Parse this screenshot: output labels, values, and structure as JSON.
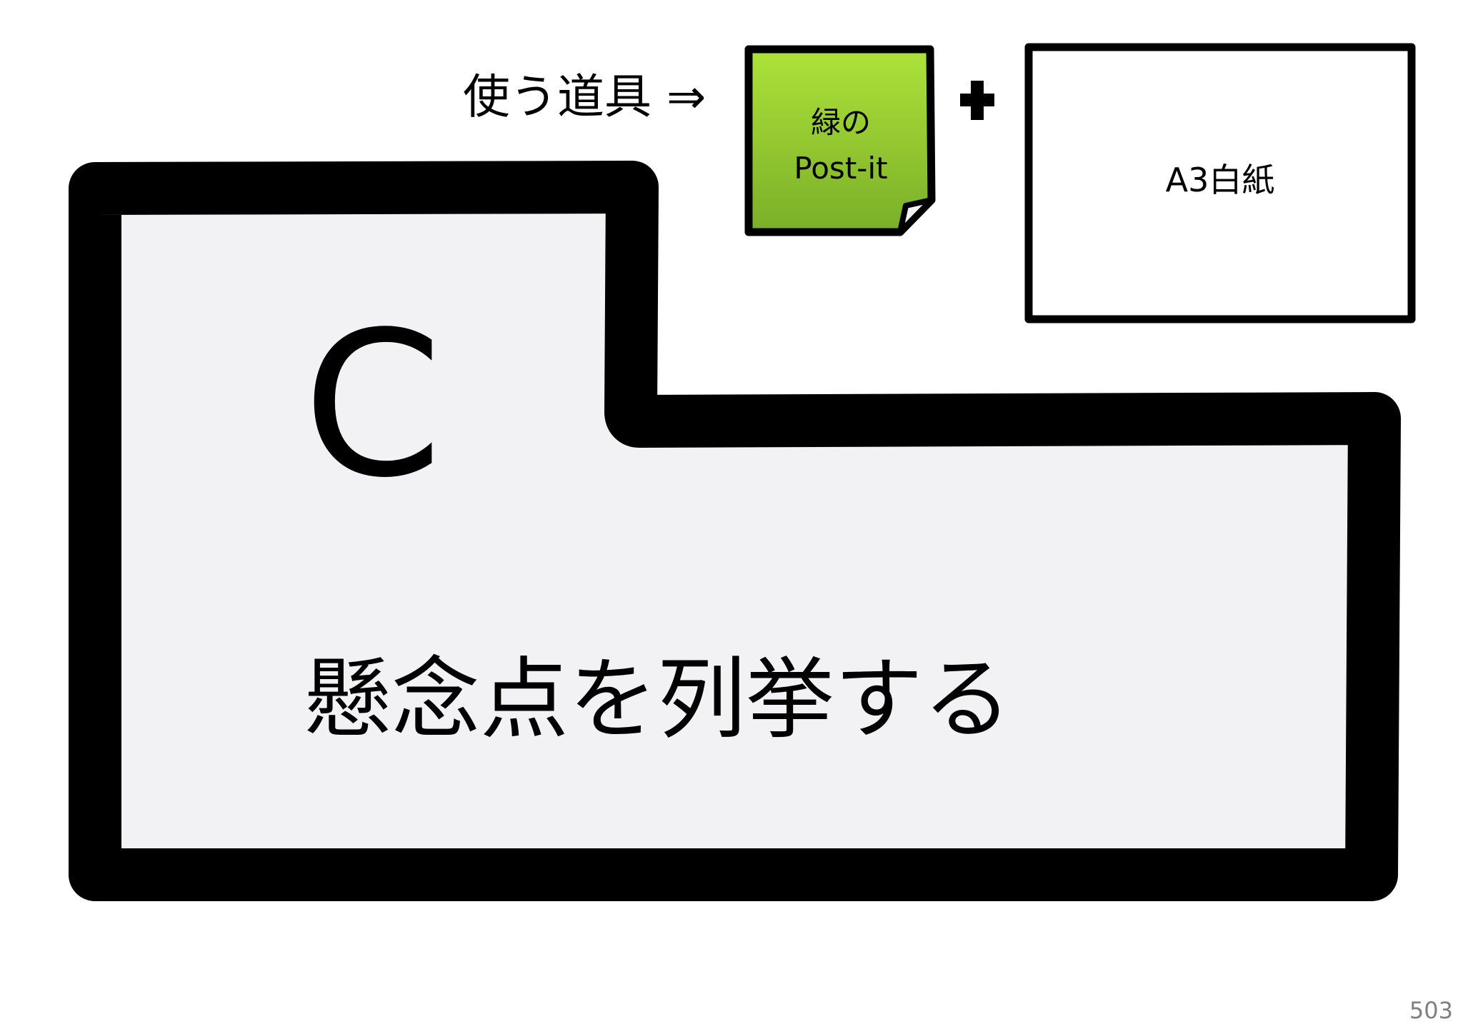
{
  "tools": {
    "label": "使う道具 ⇒",
    "sticky_note": {
      "line1": "緑の",
      "line2": "Post-it",
      "color_top": "#ade33a",
      "color_bottom": "#7aae28"
    },
    "plus_icon": "plus-icon",
    "paper": {
      "label": "A3白紙"
    }
  },
  "section": {
    "letter": "C",
    "task": "懸念点を列挙する",
    "fill_color": "#f2f1f3",
    "border_color": "#000000"
  },
  "page_number": "503"
}
